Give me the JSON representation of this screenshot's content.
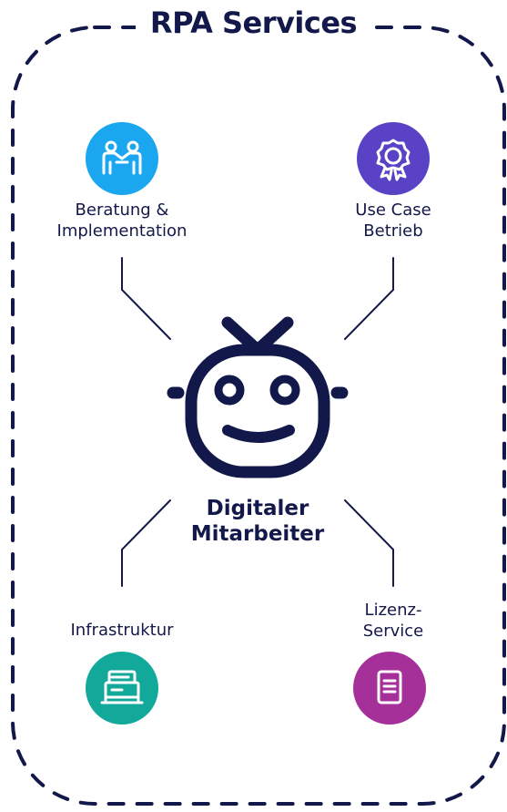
{
  "title": "RPA Services",
  "center": {
    "line1": "Digitaler",
    "line2": "Mitarbeiter",
    "icon": "robot-head-icon"
  },
  "nodes": [
    {
      "id": "beratung",
      "lines": [
        "Beratung &",
        "Implementation"
      ],
      "icon": "people-consulting-icon",
      "color": "#1aa7f0"
    },
    {
      "id": "usecase",
      "lines": [
        "Use Case",
        "Betrieb"
      ],
      "icon": "award-badge-icon",
      "color": "#5a42c6"
    },
    {
      "id": "infra",
      "lines": [
        "Infrastruktur"
      ],
      "icon": "server-icon",
      "color": "#12a89a"
    },
    {
      "id": "lizenz",
      "lines": [
        "Lizenz-",
        "Service"
      ],
      "icon": "document-icon",
      "color": "#a53099"
    }
  ],
  "colors": {
    "ink": "#13184a"
  }
}
